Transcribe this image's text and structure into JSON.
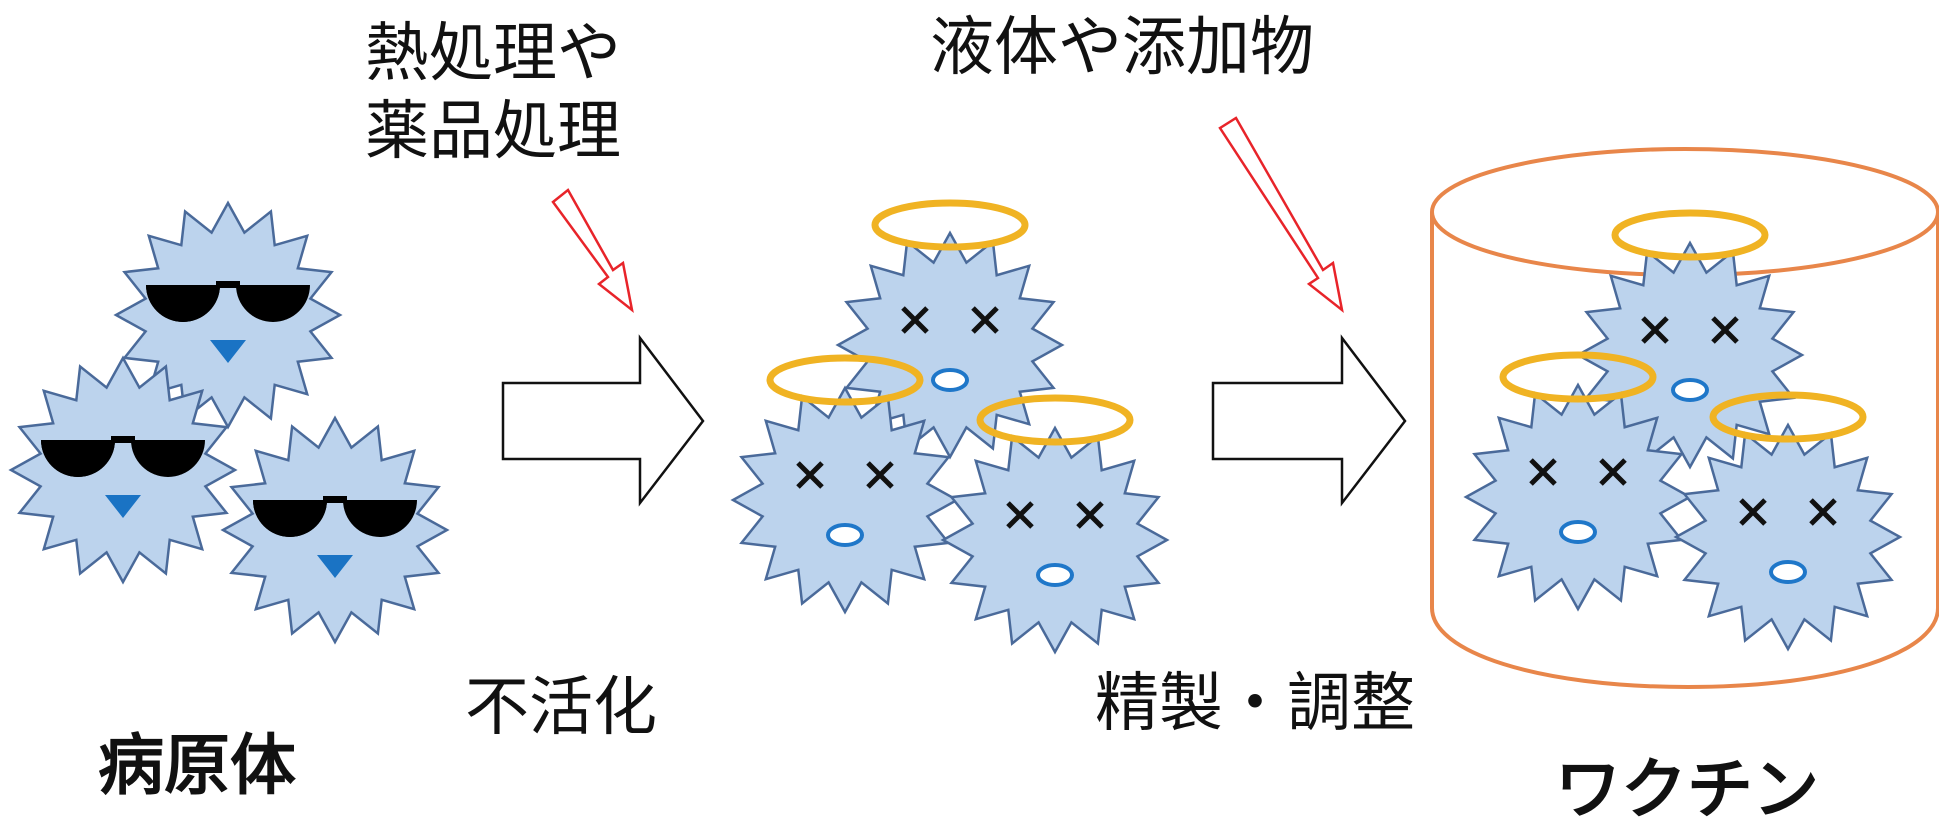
{
  "labels": {
    "heat_line1": "熱処理や",
    "heat_line2": "薬品処理",
    "liquid": "液体や添加物",
    "inactivation": "不活化",
    "purification": "精製・調整",
    "pathogen": "病原体",
    "vaccine": "ワクチン"
  },
  "colors": {
    "germ_fill": "#bcd3ed",
    "germ_stroke": "#4a6a9a",
    "halo": "#f0b323",
    "mouth": "#1f77c9",
    "eyes": "#111111",
    "sunglasses": "#000000",
    "beak": "#1a73c4",
    "red_arrow": "#e8242a",
    "vial": "#e8864a"
  },
  "icons": {
    "germ_active": "germ-sunglasses-icon",
    "germ_dead": "germ-dead-halo-icon",
    "process_arrow": "hollow-right-arrow-icon",
    "input_arrow": "red-hollow-down-arrow-icon",
    "container": "vial-cylinder-icon"
  }
}
